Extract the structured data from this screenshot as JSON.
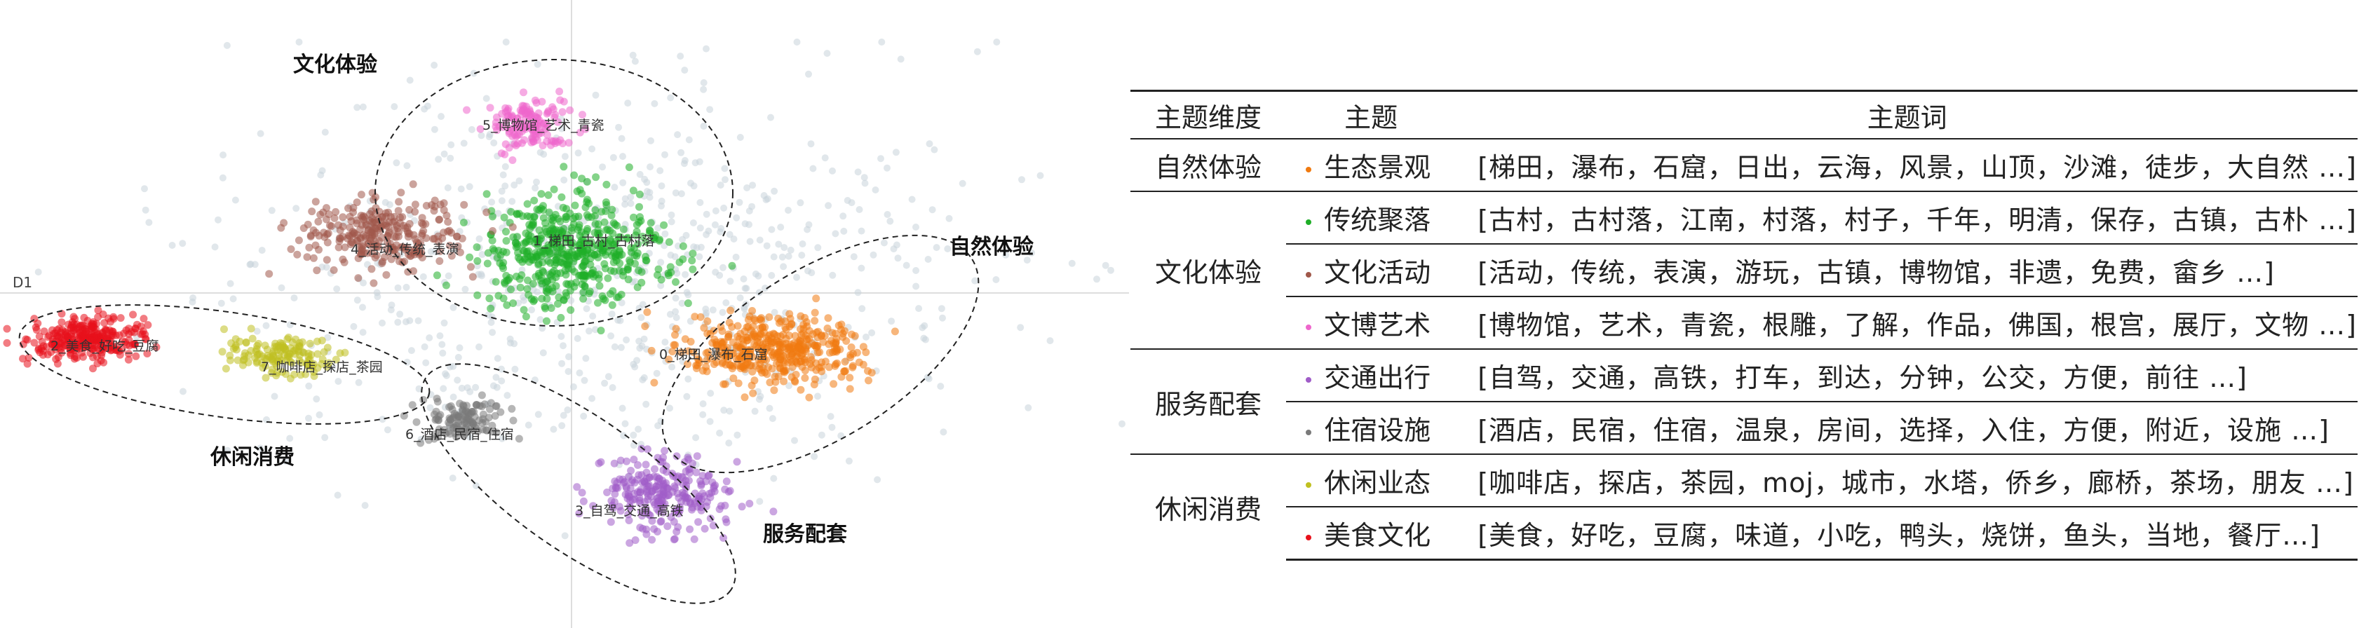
{
  "chart_data": [
    {
      "type": "scatter",
      "axis_label": "D1",
      "clusters": [
        {
          "id": 0,
          "label": "0_梯田_瀑布_石窟",
          "color": "#f07a10",
          "center": [
            0.75,
            -0.27
          ],
          "spread": [
            0.28,
            0.13
          ],
          "n": 420
        },
        {
          "id": 1,
          "label": "1_梯田_古村_古村落",
          "color": "#1fae28",
          "center": [
            0.0,
            0.2
          ],
          "spread": [
            0.28,
            0.2
          ],
          "n": 520
        },
        {
          "id": 2,
          "label": "2_美食_好吃_豆腐",
          "color": "#e8111b",
          "center": [
            -1.8,
            -0.22
          ],
          "spread": [
            0.18,
            0.08
          ],
          "n": 300
        },
        {
          "id": 3,
          "label": "3_自驾_交通_高铁",
          "color": "#a05cc8",
          "center": [
            0.35,
            -0.95
          ],
          "spread": [
            0.22,
            0.15
          ],
          "n": 260
        },
        {
          "id": 4,
          "label": "4_活动_传统_表演",
          "color": "#a0584a",
          "center": [
            -0.7,
            0.28
          ],
          "spread": [
            0.25,
            0.14
          ],
          "n": 280
        },
        {
          "id": 5,
          "label": "5_博物馆_艺术_青瓷",
          "color": "#ee66cc",
          "center": [
            -0.15,
            0.8
          ],
          "spread": [
            0.13,
            0.1
          ],
          "n": 140
        },
        {
          "id": 6,
          "label": "6_酒店_民宿_住宿",
          "color": "#7a7a7a",
          "center": [
            -0.4,
            -0.6
          ],
          "spread": [
            0.13,
            0.08
          ],
          "n": 120
        },
        {
          "id": 7,
          "label": "7_咖啡店_探店_茶园",
          "color": "#c0c020",
          "center": [
            -1.1,
            -0.3
          ],
          "spread": [
            0.15,
            0.08
          ],
          "n": 140
        }
      ],
      "dimension_labels": [
        "文化体验",
        "自然体验",
        "休闲消费",
        "服务配套"
      ]
    },
    {
      "type": "table",
      "headers": [
        "主题维度",
        "主题",
        "主题词"
      ],
      "groups": [
        {
          "dimension": "自然体验",
          "rows": [
            {
              "topic": "生态景观",
              "color": "#f07a10",
              "words": "[梯田，瀑布，石窟，日出，云海，风景，山顶，沙滩，徒步，大自然 …]"
            }
          ]
        },
        {
          "dimension": "文化体验",
          "rows": [
            {
              "topic": "传统聚落",
              "color": "#1fae28",
              "words": "[古村，古村落，江南，村落，村子，千年，明清，保存，古镇，古朴 …]"
            },
            {
              "topic": "文化活动",
              "color": "#a0584a",
              "words": "[活动，传统，表演，游玩，古镇，博物馆，非遗，免费，畲乡 …]"
            },
            {
              "topic": "文博艺术",
              "color": "#ee66cc",
              "words": "[博物馆，艺术，青瓷，根雕，了解，作品，佛国，根宫，展厅，文物 …]"
            }
          ]
        },
        {
          "dimension": "服务配套",
          "rows": [
            {
              "topic": "交通出行",
              "color": "#a05cc8",
              "words": "[自驾，交通，高铁，打车，到达，分钟，公交，方便，前往 …]"
            },
            {
              "topic": "住宿设施",
              "color": "#7a7a7a",
              "words": "[酒店，民宿，住宿，温泉，房间，选择，入住，方便，附近，设施 …]"
            }
          ]
        },
        {
          "dimension": "休闲消费",
          "rows": [
            {
              "topic": "休闲业态",
              "color": "#c0c020",
              "words": "[咖啡店，探店，茶园，moj，城市，水塔，侨乡，廊桥，茶场，朋友 …]"
            },
            {
              "topic": "美食文化",
              "color": "#e8111b",
              "words": "[美食，好吃，豆腐，味道，小吃，鸭头，烧饼，鱼头，当地，餐厅…]"
            }
          ]
        }
      ]
    }
  ]
}
